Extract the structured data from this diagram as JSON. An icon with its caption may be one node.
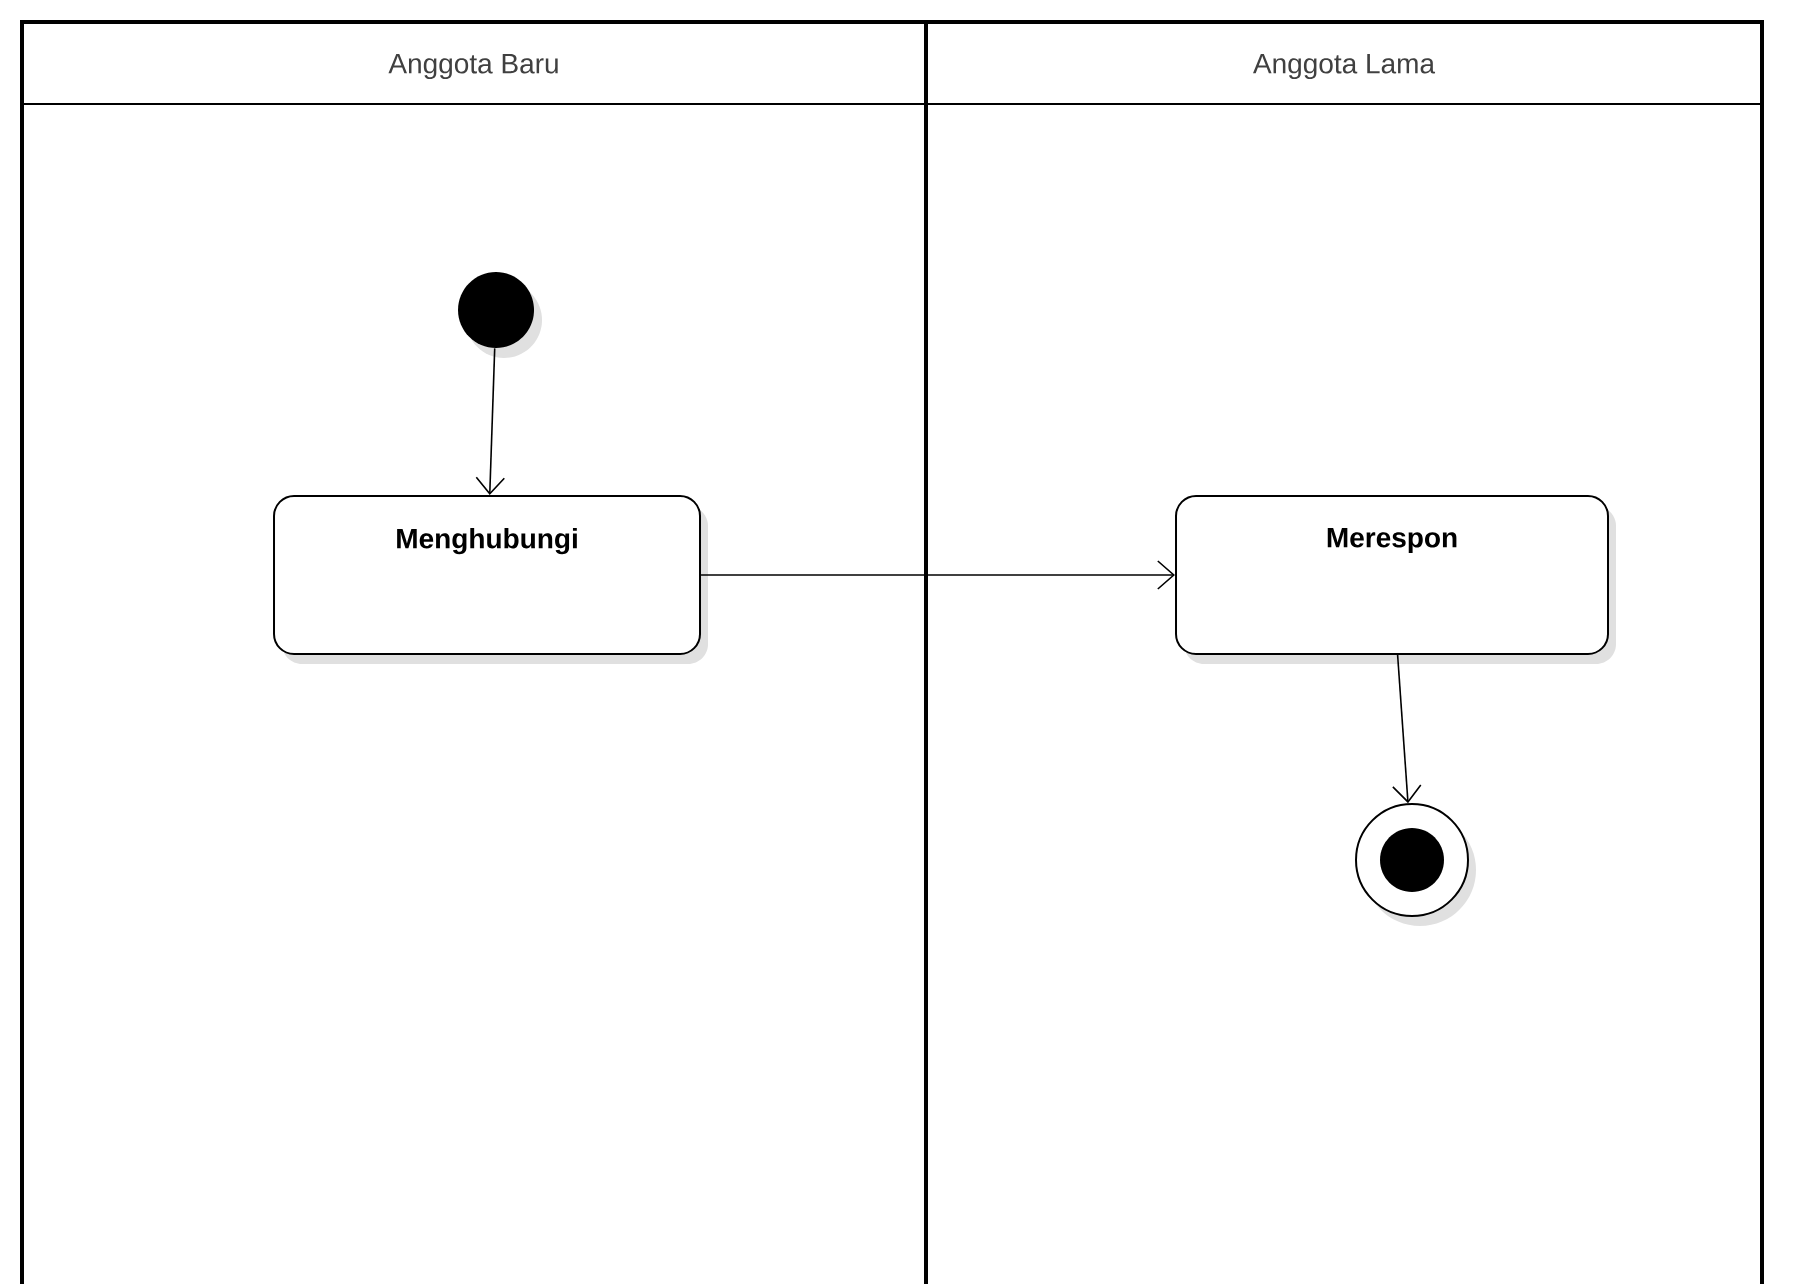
{
  "diagram": {
    "nodes": [
      {
        "text": [
          "Anggota Baru"
        ]
      },
      {
        "text": [
          "Anggota Lama"
        ]
      },
      {
        "text": [],
        "shape": "circle",
        "in": 0
      },
      {
        "text": [
          "Menghubungi"
        ],
        "in": 0
      },
      {
        "text": [
          "Merespon"
        ],
        "in": 1
      },
      {
        "text": [],
        "shape": "circle",
        "in": 1
      }
    ],
    "edges": [
      {
        "from": 2,
        "to": 3,
        "arrow": "to"
      },
      {
        "from": 3,
        "to": 4,
        "arrow": "to"
      },
      {
        "from": 4,
        "to": 5,
        "arrow": "to"
      }
    ]
  }
}
